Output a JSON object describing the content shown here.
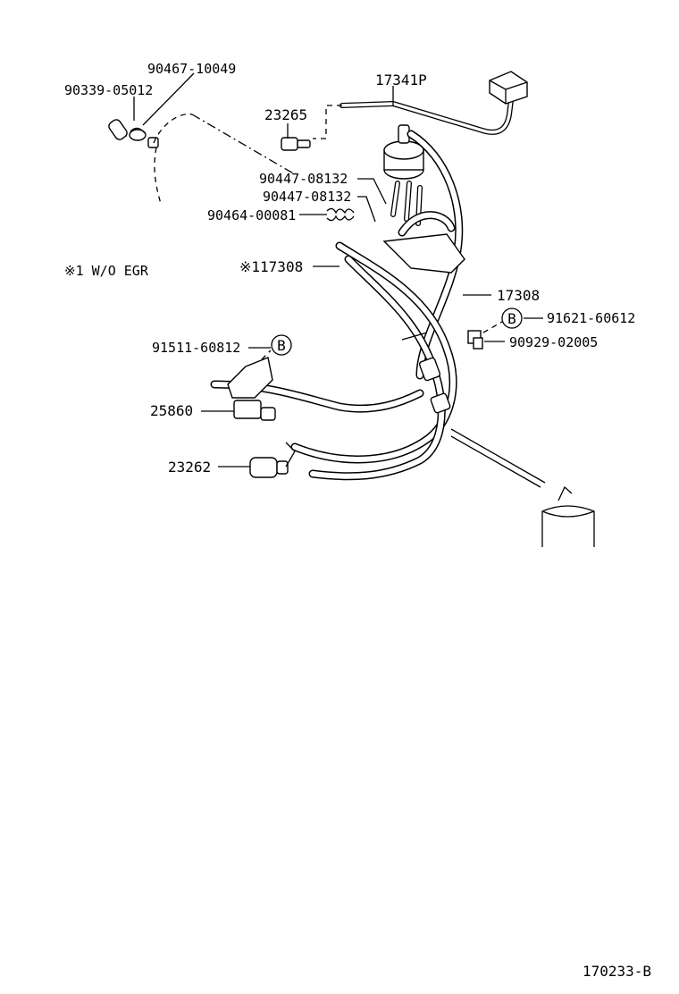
{
  "diagram": {
    "parts": [
      {
        "key": "p1",
        "number": "90467-10049"
      },
      {
        "key": "p2",
        "number": "90339-05012"
      },
      {
        "key": "p3",
        "number": "17341P"
      },
      {
        "key": "p4",
        "number": "23265"
      },
      {
        "key": "p5",
        "number": "90447-08132"
      },
      {
        "key": "p6",
        "number": "90447-08132"
      },
      {
        "key": "p7",
        "number": "90464-00081"
      },
      {
        "key": "p8",
        "number": "※117308"
      },
      {
        "key": "p9",
        "number": "17308"
      },
      {
        "key": "p10",
        "number": "91621-60612"
      },
      {
        "key": "p11",
        "number": "90929-02005"
      },
      {
        "key": "p12",
        "number": "91511-60812"
      },
      {
        "key": "p13",
        "number": "25860"
      },
      {
        "key": "p14",
        "number": "23262"
      }
    ],
    "note": "※1 W/O EGR",
    "ref_letter_1": "B",
    "ref_letter_2": "B",
    "diagram_code": "170233-B"
  }
}
